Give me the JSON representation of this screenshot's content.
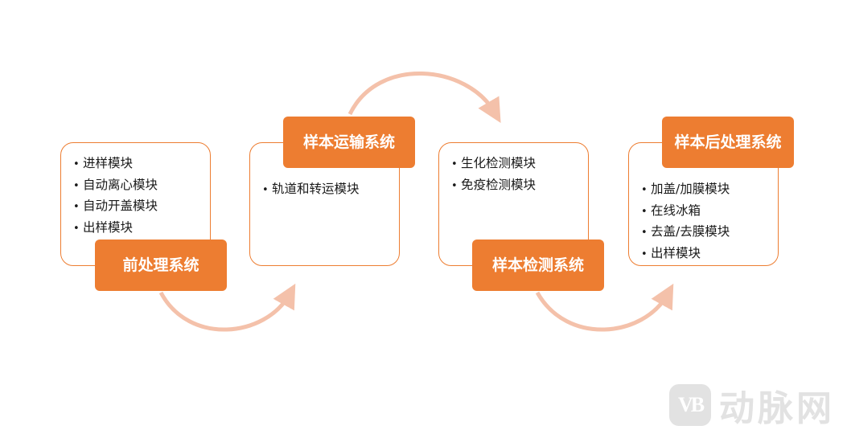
{
  "colors": {
    "accent": "#ed7d31",
    "arrow": "#f4c1aa",
    "text": "#1a1a1a",
    "watermark": "#e2e2e2"
  },
  "stages": [
    {
      "title": "前处理系统",
      "items": [
        "进样模块",
        "自动离心模块",
        "自动开盖模块",
        "出样模块"
      ]
    },
    {
      "title": "样本运输系统",
      "items": [
        "轨道和转运模块"
      ]
    },
    {
      "title": "样本检测系统",
      "items": [
        "生化检测模块",
        "免疫检测模块"
      ]
    },
    {
      "title": "样本后处理系统",
      "items": [
        "加盖/加膜模块",
        "在线冰箱",
        "去盖/去膜模块",
        "出样模块"
      ]
    }
  ],
  "arrows": [
    {
      "from": "前处理系统",
      "to": "样本运输系统",
      "direction": "curve-down"
    },
    {
      "from": "样本运输系统",
      "to": "样本检测系统",
      "direction": "curve-up"
    },
    {
      "from": "样本检测系统",
      "to": "样本后处理系统",
      "direction": "curve-down"
    }
  ],
  "watermark": {
    "logo": "VB",
    "text": "动脉网"
  }
}
